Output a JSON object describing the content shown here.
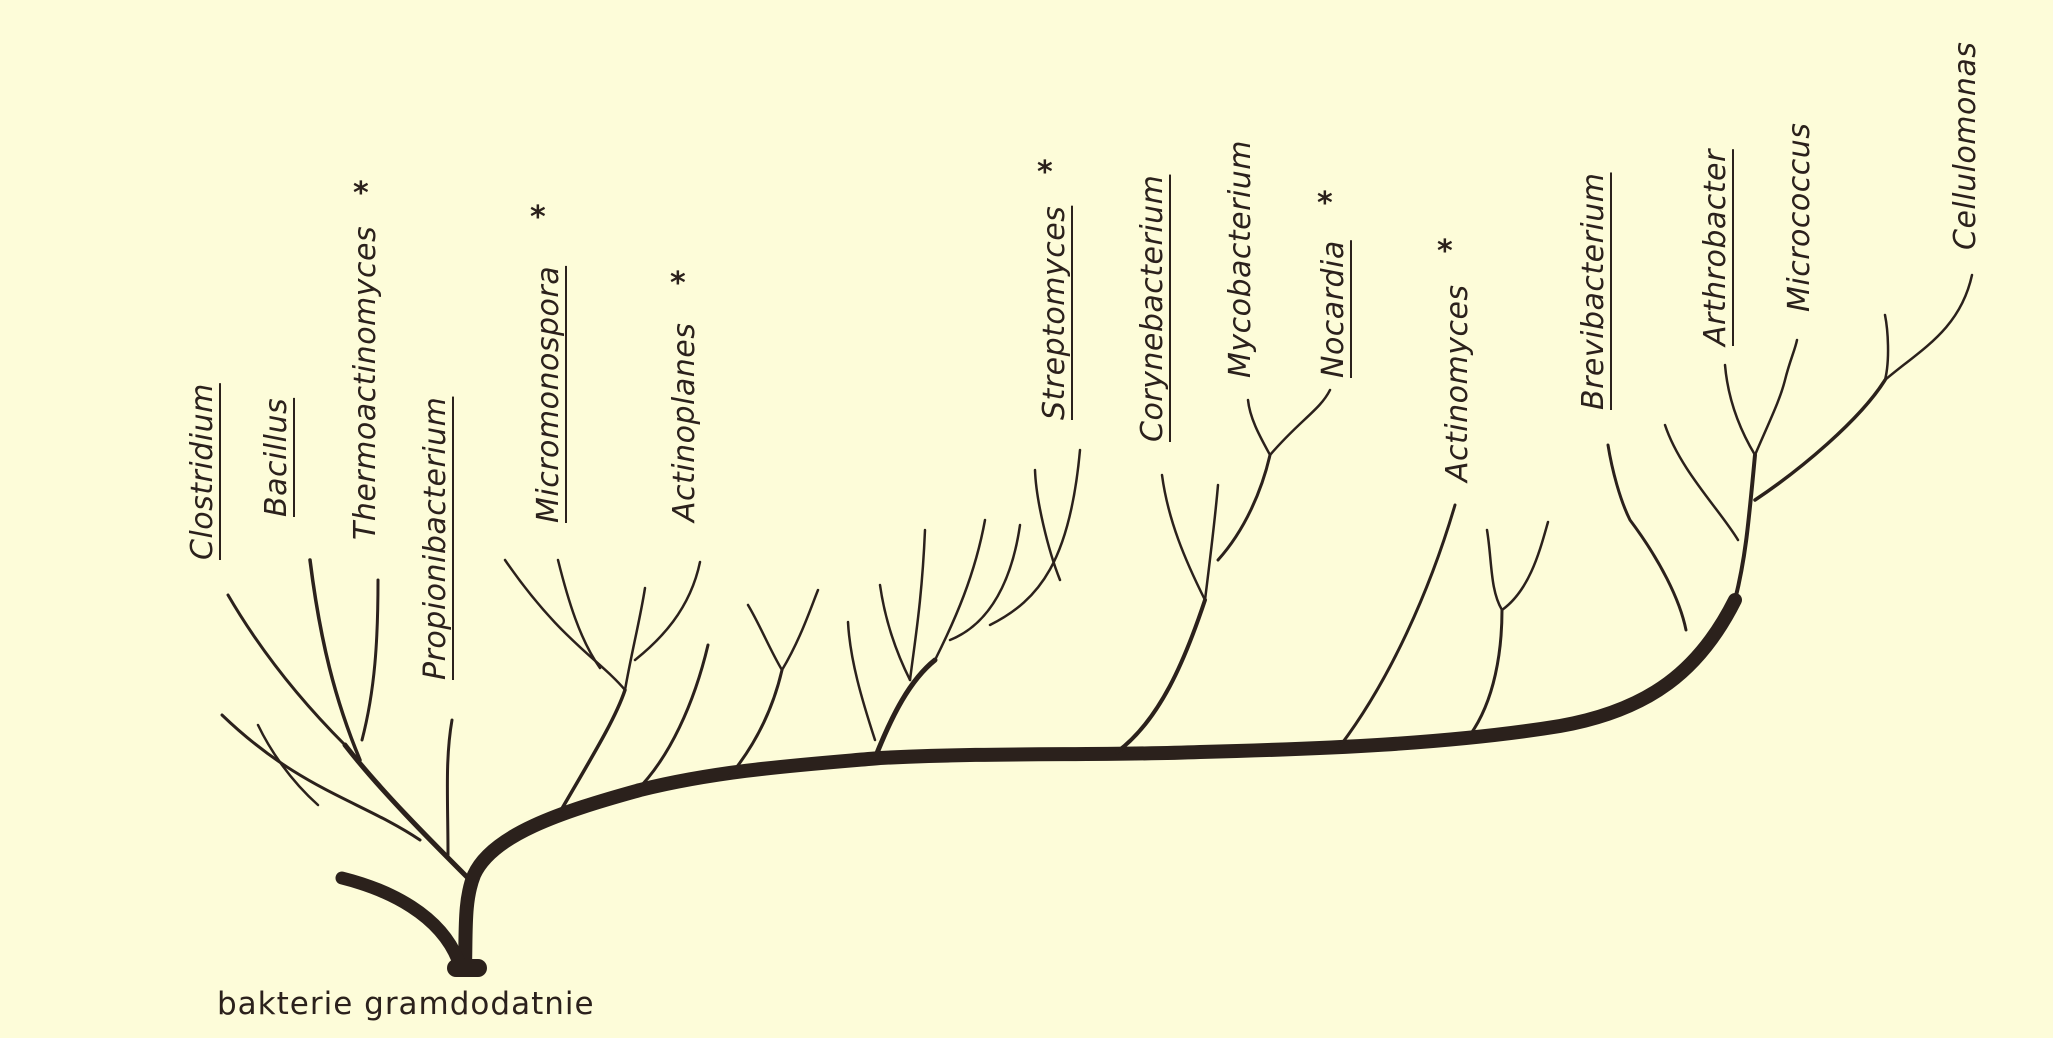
{
  "root_label": "bakterie gramdodatnie",
  "taxa": [
    {
      "id": "clostridium",
      "name": "Clostridium",
      "underlined": true,
      "star": false
    },
    {
      "id": "bacillus",
      "name": "Bacillus",
      "underlined": true,
      "star": false
    },
    {
      "id": "thermoactinomyces",
      "name": "Thermoactinomyces",
      "underlined": false,
      "star": true
    },
    {
      "id": "propionibacterium",
      "name": "Propionibacterium",
      "underlined": true,
      "star": false
    },
    {
      "id": "micromonospora",
      "name": "Micromonospora",
      "underlined": true,
      "star": true
    },
    {
      "id": "actinoplanes",
      "name": "Actinoplanes",
      "underlined": false,
      "star": true
    },
    {
      "id": "streptomyces",
      "name": "Streptomyces",
      "underlined": true,
      "star": true
    },
    {
      "id": "corynebacterium",
      "name": "Corynebacterium",
      "underlined": true,
      "star": false
    },
    {
      "id": "mycobacterium",
      "name": "Mycobacterium",
      "underlined": false,
      "star": false
    },
    {
      "id": "nocardia",
      "name": "Nocardia",
      "underlined": true,
      "star": true
    },
    {
      "id": "actinomyces",
      "name": "Actinomyces",
      "underlined": false,
      "star": true
    },
    {
      "id": "brevibacterium",
      "name": "Brevibacterium",
      "underlined": true,
      "star": false
    },
    {
      "id": "arthrobacter",
      "name": "Arthrobacter",
      "underlined": true,
      "star": false
    },
    {
      "id": "micrococcus",
      "name": "Micrococcus",
      "underlined": false,
      "star": false
    },
    {
      "id": "cellulomonas",
      "name": "Cellulomonas",
      "underlined": false,
      "star": false
    }
  ],
  "star_symbol": "*",
  "colors": {
    "background": "#fdfcd9",
    "ink": "#2b211c"
  }
}
